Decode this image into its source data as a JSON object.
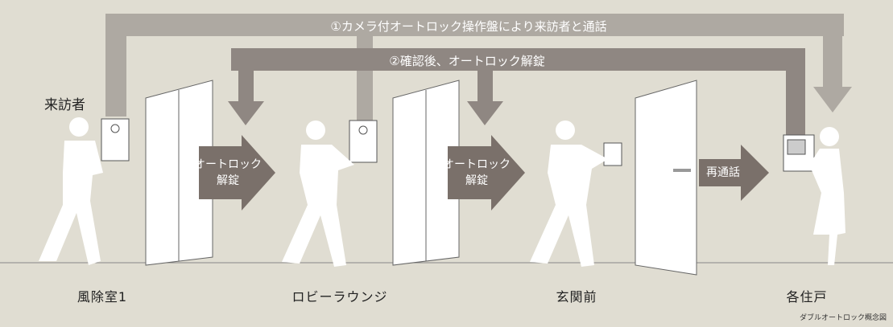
{
  "flows": {
    "step1": "①カメラ付オートロック操作盤により来訪者と通話",
    "step2": "②確認後、オートロック解錠"
  },
  "visitor_label": "来訪者",
  "door_arrows": [
    "オートロック\n解錠",
    "オートロック\n解錠",
    "再通話"
  ],
  "locations": [
    "風除室1",
    "ロビーラウンジ",
    "玄関前",
    "各住戸"
  ],
  "caption": "ダブルオートロック概念図",
  "colors": {
    "background": "#e0ddd2",
    "flow1": "#aea9a2",
    "flow2": "#8f8782",
    "door_arrow": "#7a706a"
  }
}
